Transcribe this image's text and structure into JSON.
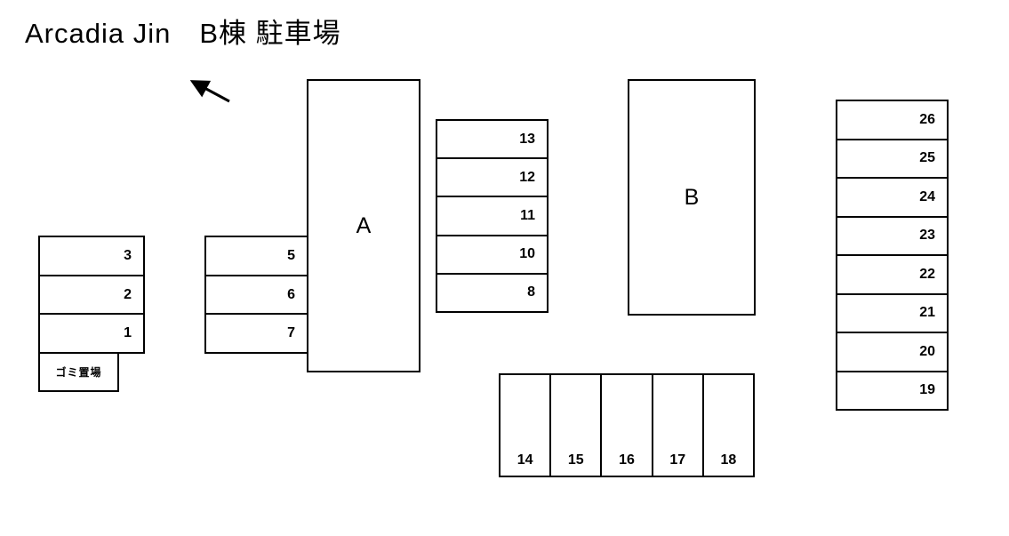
{
  "title": "Arcadia Jin　B棟 駐車場",
  "colors": {
    "line": "#000000",
    "background": "#ffffff",
    "text": "#000000"
  },
  "map": {
    "buildings": {
      "a": "A",
      "b": "B"
    },
    "garbage_label": "ゴミ置場",
    "blocks": {
      "left": [
        "3",
        "2",
        "1"
      ],
      "center": [
        "5",
        "6",
        "7"
      ],
      "beside_a": [
        "13",
        "12",
        "11",
        "10",
        "8"
      ],
      "bottom": [
        "14",
        "15",
        "16",
        "17",
        "18"
      ],
      "right": [
        "26",
        "25",
        "24",
        "23",
        "22",
        "21",
        "20",
        "19"
      ]
    }
  },
  "icons": {
    "north_arrow": "arrow pointing up-left"
  }
}
